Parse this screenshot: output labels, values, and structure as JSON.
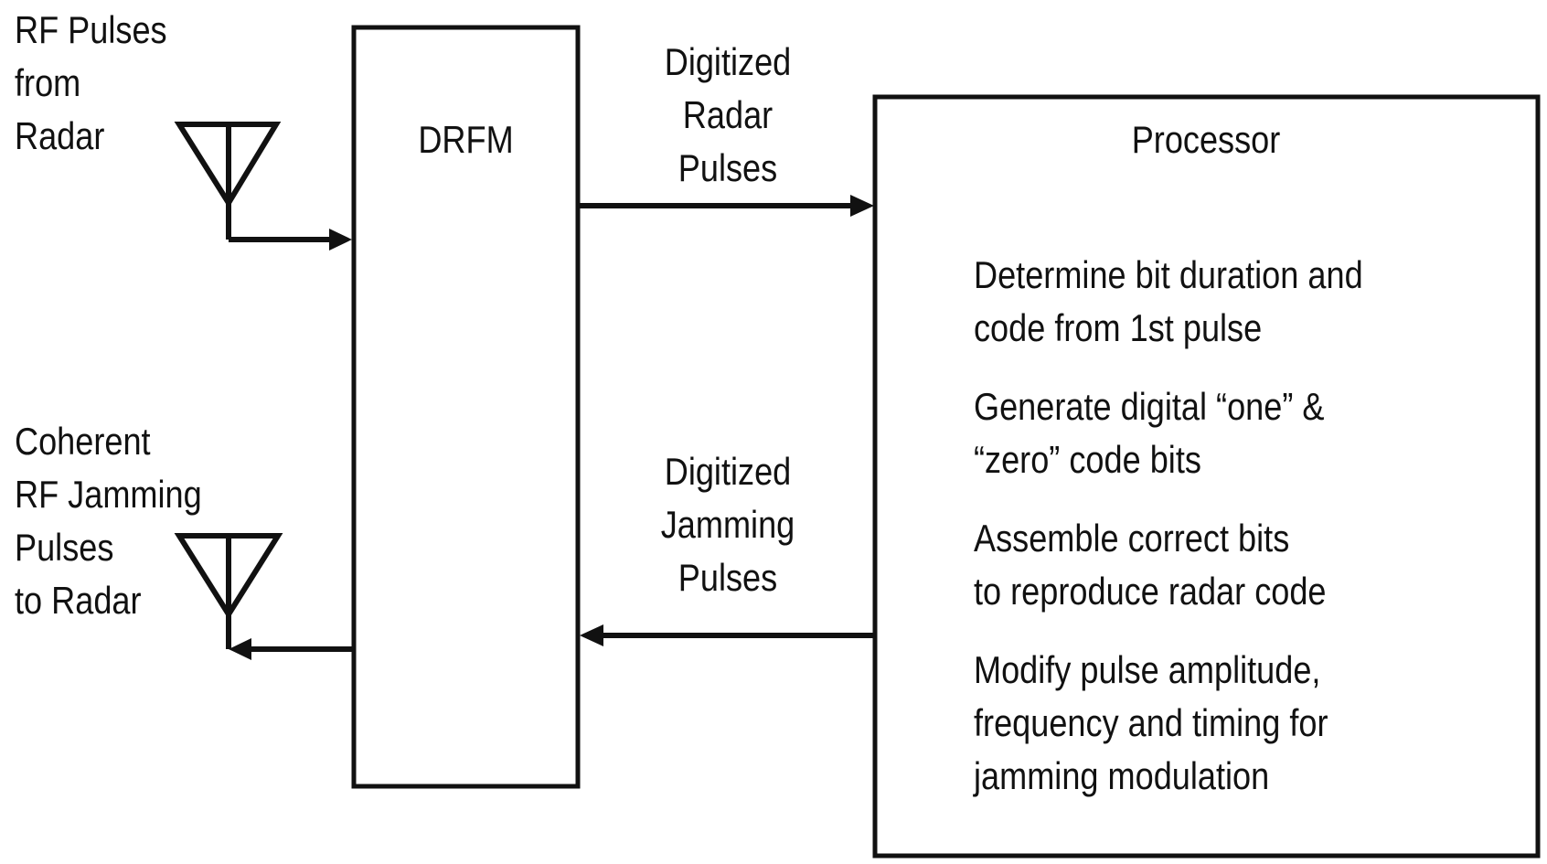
{
  "input_label": [
    "RF Pulses",
    "from",
    "Radar"
  ],
  "output_label": [
    "Coherent",
    "RF Jamming",
    "Pulses",
    "to Radar"
  ],
  "drfm": {
    "title": "DRFM"
  },
  "radar_pulses_label": [
    "Digitized",
    "Radar",
    "Pulses"
  ],
  "jamming_pulses_label": [
    "Digitized",
    "Jamming",
    "Pulses"
  ],
  "processor": {
    "title": "Processor",
    "steps": [
      {
        "lines": [
          "Determine  bit duration and",
          "code from 1st pulse"
        ]
      },
      {
        "lines": [
          "Generate digital “one” &",
          "“zero” code bits"
        ]
      },
      {
        "lines": [
          "Assemble correct bits",
          "to reproduce radar code"
        ]
      },
      {
        "lines": [
          "Modify pulse amplitude,",
          "frequency and timing for",
          "jamming modulation"
        ]
      }
    ]
  },
  "colors": {
    "ink": "#111111",
    "background": "#ffffff"
  },
  "icons": [
    "receive-antenna-icon",
    "transmit-antenna-icon"
  ]
}
